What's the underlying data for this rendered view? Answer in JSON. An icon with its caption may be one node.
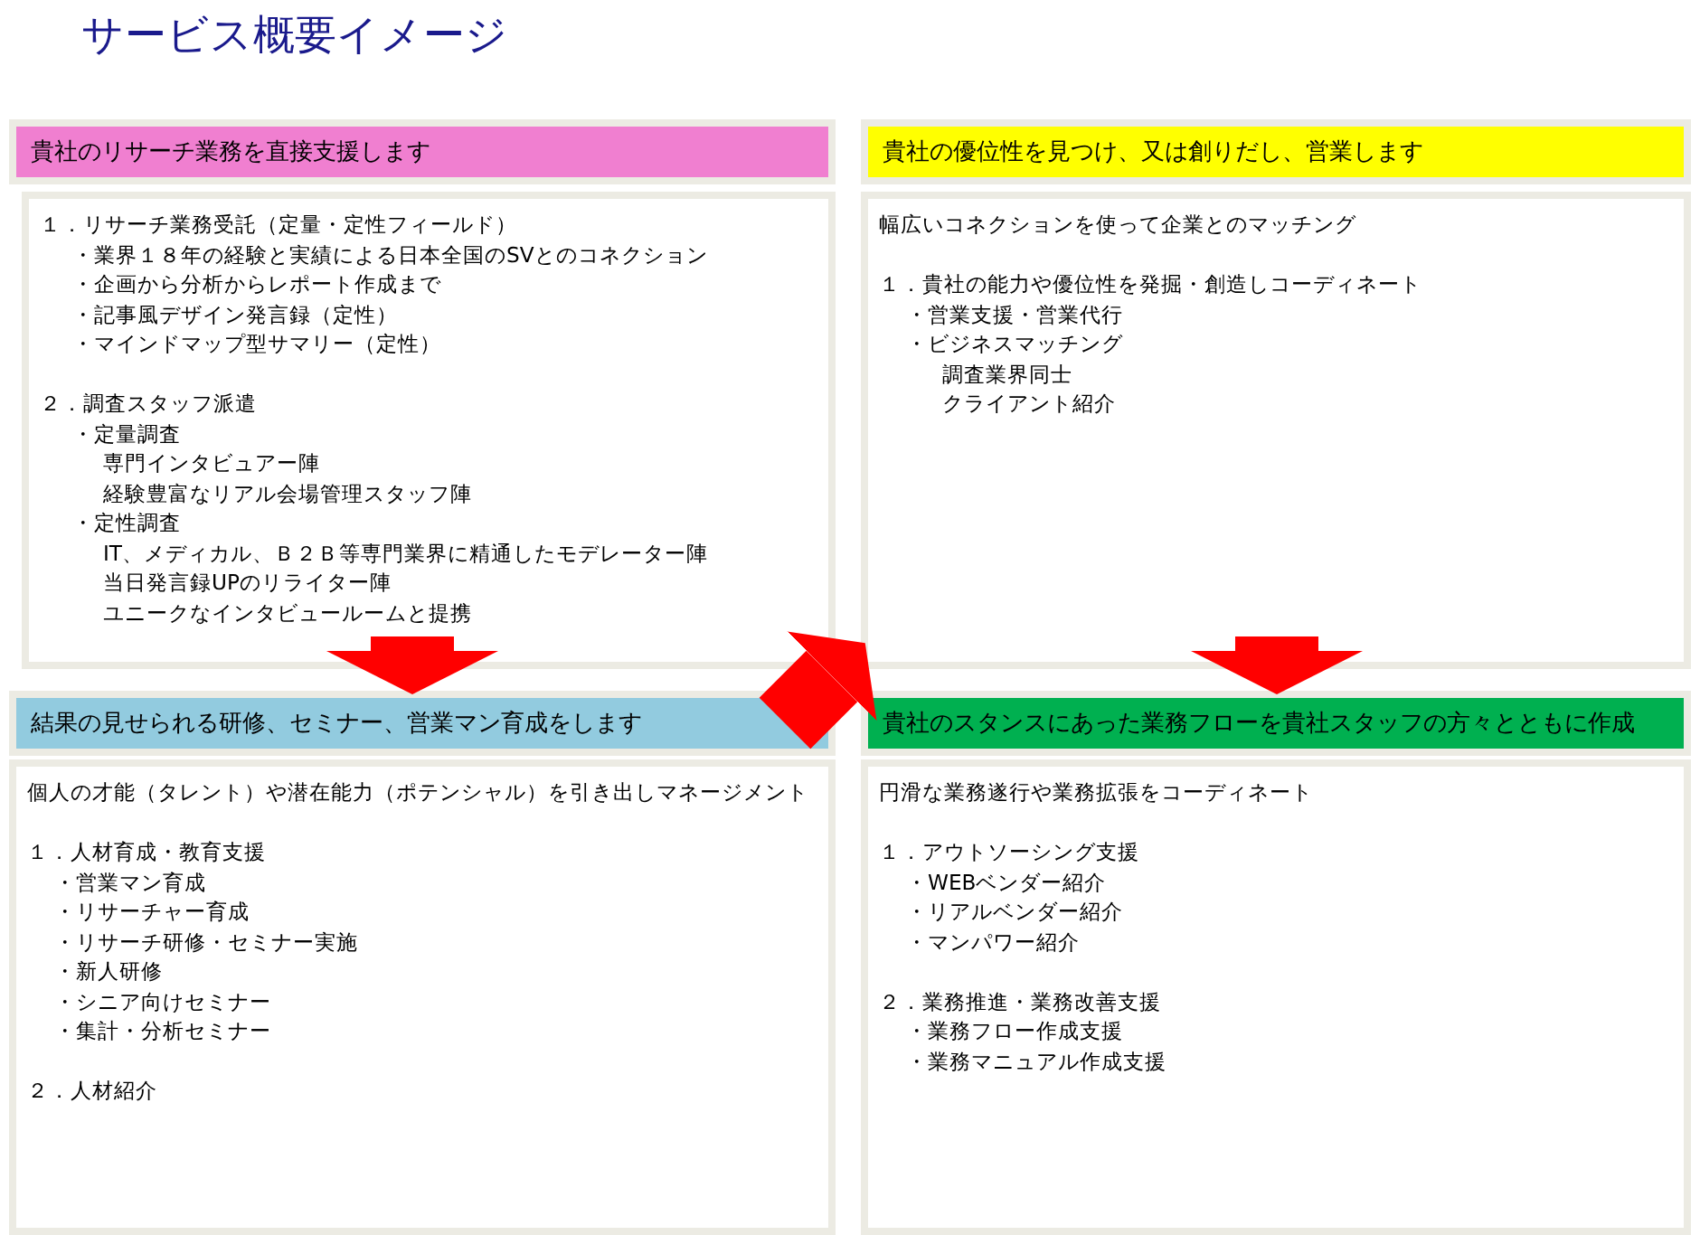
{
  "diagram": {
    "title": "サービス概要イメージ",
    "nodes": [
      {
        "text": [
          "貴社のリサーチ業務を直接支援します"
        ]
      },
      {
        "text": [
          "１．リサーチ業務受託（定量・定性フィールド）",
          "・業界１８年の経験と実績による日本全国のSVとのコネクション",
          "・企画から分析からレポート作成まで",
          "・記事風デザイン発言録（定性）",
          "・マインドマップ型サマリー（定性）",
          "２．調査スタッフ派遣",
          "・定量調査",
          "専門インタビュアー陣",
          "経験豊富なリアル会場管理スタッフ陣",
          "・定性調査",
          "IT、メディカル、Ｂ２Ｂ等専門業界に精通したモデレーター陣",
          "当日発言録UPのリライター陣",
          "ユニークなインタビュールームと提携"
        ]
      },
      {
        "text": [
          "貴社の優位性を見つけ、又は創りだし、営業します"
        ]
      },
      {
        "text": [
          "幅広いコネクションを使って企業とのマッチング",
          "１．貴社の能力や優位性を発掘・創造しコーディネート",
          "・営業支援・営業代行",
          "・ビジネスマッチング",
          "調査業界同士",
          "クライアント紹介"
        ]
      },
      {
        "text": [
          "結果の見せられる研修、セミナー、営業マン育成をします"
        ]
      },
      {
        "text": [
          "個人の才能（タレント）や潜在能力（ポテンシャル）を引き出しマネージメント",
          "１．人材育成・教育支援",
          "・営業マン育成",
          "・リサーチャー育成",
          "・リサーチ研修・セミナー実施",
          "・新人研修",
          "・シニア向けセミナー",
          "・集計・分析セミナー",
          "２．人材紹介"
        ]
      },
      {
        "text": [
          "貴社のスタンスにあった業務フローを貴社スタッフの方々とともに作成"
        ]
      },
      {
        "text": [
          "円滑な業務遂行や業務拡張をコーディネート",
          "１．アウトソーシング支援",
          "・WEBベンダー紹介",
          "・リアルベンダー紹介",
          "・マンパワー紹介",
          "２．業務推進・業務改善支援",
          "・業務フロー作成支援",
          "・業務マニュアル作成支援"
        ]
      }
    ],
    "edges": [
      {
        "from": 1,
        "to": 4,
        "arrow": "to"
      },
      {
        "from": 4,
        "to": 3,
        "arrow": "to"
      },
      {
        "from": 3,
        "to": 6,
        "arrow": "to"
      }
    ]
  }
}
